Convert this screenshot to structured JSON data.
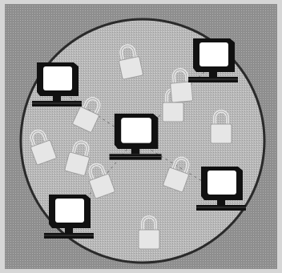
{
  "figure": {
    "caption": "",
    "colors": {
      "frame": "#9a9a9a",
      "frame_border": "#d8d8d8",
      "circle": "#bdbdbd",
      "circle_edge": "#2a2a2a",
      "computer": "#111111",
      "screen": "#ffffff",
      "padlock": "#e6e6e6",
      "padlock_edge": "#9e9e9e",
      "link": "#7a7a7a"
    },
    "nodes": [
      {
        "name": "computer-top-left",
        "icon": "computer-icon"
      },
      {
        "name": "computer-top-right",
        "icon": "computer-icon"
      },
      {
        "name": "computer-center",
        "icon": "computer-icon"
      },
      {
        "name": "computer-bottom-left",
        "icon": "computer-icon"
      },
      {
        "name": "computer-bottom-right",
        "icon": "computer-icon"
      }
    ],
    "padlocks": [
      {
        "icon": "padlock-icon"
      },
      {
        "icon": "padlock-icon"
      },
      {
        "icon": "padlock-icon"
      },
      {
        "icon": "padlock-icon"
      },
      {
        "icon": "padlock-icon"
      },
      {
        "icon": "padlock-icon"
      },
      {
        "icon": "padlock-icon"
      },
      {
        "icon": "padlock-icon"
      },
      {
        "icon": "padlock-icon"
      },
      {
        "icon": "padlock-icon"
      }
    ]
  }
}
